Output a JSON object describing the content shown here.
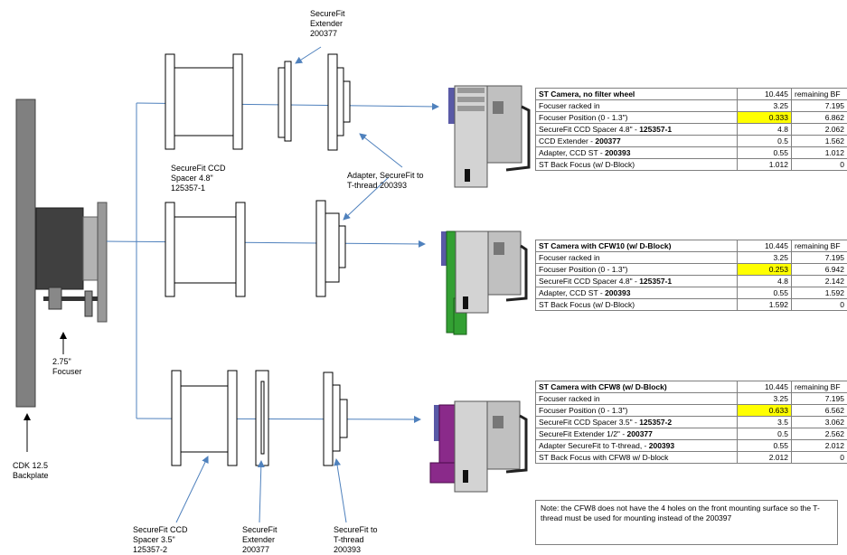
{
  "labels": {
    "extender_top": [
      "SecureFit",
      "Extender",
      "200377"
    ],
    "spacer_top": [
      "SecureFit CCD",
      "Spacer 4.8\"",
      "125357-1"
    ],
    "adapter_mid": [
      "Adapter, SecureFit to",
      "T-thread 200393"
    ],
    "focuser": [
      "2.75\"",
      "Focuser"
    ],
    "backplate": [
      "CDK 12.5",
      "Backplate"
    ],
    "spacer_bottom": [
      "SecureFit CCD",
      "Spacer 3.5\"",
      "125357-2"
    ],
    "extender_bottom": [
      "SecureFit",
      "Extender",
      "200377"
    ],
    "tthread_bottom": [
      "SecureFit to",
      "T-thread",
      "200393"
    ]
  },
  "tables": [
    {
      "title": "ST Camera, no filter wheel",
      "header_value": "10.445",
      "header_note": "remaining BF",
      "rows": [
        {
          "label": "Focuser racked in",
          "bold": "",
          "value": "3.25",
          "bf": "7.195",
          "highlight": false
        },
        {
          "label": "Focuser Position (0 - 1.3\")",
          "bold": "",
          "value": "0.333",
          "bf": "6.862",
          "highlight": true
        },
        {
          "label": "SecureFit CCD Spacer 4.8\" - ",
          "bold": "125357-1",
          "value": "4.8",
          "bf": "2.062",
          "highlight": false
        },
        {
          "label": "CCD Extender - ",
          "bold": "200377",
          "value": "0.5",
          "bf": "1.562",
          "highlight": false
        },
        {
          "label": "Adapter, CCD ST - ",
          "bold": "200393",
          "value": "0.55",
          "bf": "1.012",
          "highlight": false
        },
        {
          "label": "ST Back Focus (w/ D-Block)",
          "bold": "",
          "value": "1.012",
          "bf": "0",
          "highlight": false
        }
      ]
    },
    {
      "title": "ST Camera with CFW10 (w/ D-Block)",
      "header_value": "10.445",
      "header_note": "remaining BF",
      "rows": [
        {
          "label": "Focuser racked in",
          "bold": "",
          "value": "3.25",
          "bf": "7.195",
          "highlight": false
        },
        {
          "label": "Focuser Position (0 - 1.3\")",
          "bold": "",
          "value": "0.253",
          "bf": "6.942",
          "highlight": true
        },
        {
          "label": "SecureFit CCD Spacer 4.8\" - ",
          "bold": "125357-1",
          "value": "4.8",
          "bf": "2.142",
          "highlight": false
        },
        {
          "label": "Adapter, CCD ST - ",
          "bold": "200393",
          "value": "0.55",
          "bf": "1.592",
          "highlight": false
        },
        {
          "label": "ST Back Focus (w/ D-Block)",
          "bold": "",
          "value": "1.592",
          "bf": "0",
          "highlight": false
        }
      ]
    },
    {
      "title": "ST Camera with CFW8 (w/ D-Block)",
      "header_value": "10.445",
      "header_note": "remaining BF",
      "rows": [
        {
          "label": "Focuser racked in",
          "bold": "",
          "value": "3.25",
          "bf": "7.195",
          "highlight": false
        },
        {
          "label": "Focuser Position (0 - 1.3\")",
          "bold": "",
          "value": "0.633",
          "bf": "6.562",
          "highlight": true
        },
        {
          "label": "SecureFit CCD Spacer 3.5\" - ",
          "bold": "125357-2",
          "value": "3.5",
          "bf": "3.062",
          "highlight": false
        },
        {
          "label": "SecureFit Extender 1/2\" - ",
          "bold": "200377",
          "value": "0.5",
          "bf": "2.562",
          "highlight": false
        },
        {
          "label": "Adapter SecureFit to T-thread, - ",
          "bold": "200393",
          "value": "0.55",
          "bf": "2.012",
          "highlight": false
        },
        {
          "label": "ST Back Focus with CFW8 w/ D-block",
          "bold": "",
          "value": "2.012",
          "bf": "0",
          "highlight": false
        }
      ]
    }
  ],
  "note": "Note:  the CFW8 does not have the 4 holes on the front mounting surface so the T-thread must be used for mounting instead of the 200397",
  "colors": {
    "line": "#4f81bd",
    "backplate": "#808080",
    "focuser_dark": "#404040",
    "focuser_light": "#b3b3b3",
    "camera_body": "#c0c0c0",
    "camera_front": "#5959a6",
    "cfw10_green": "#33a033",
    "cfw8_purple": "#8a2a8a",
    "highlight": "#ffff00"
  }
}
